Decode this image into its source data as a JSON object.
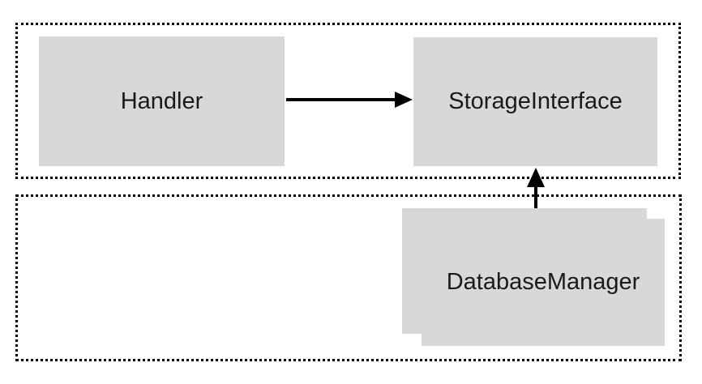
{
  "diagram": {
    "type": "component-diagram",
    "background_color": "#ffffff",
    "containers": [
      {
        "id": "top-group",
        "style": "dotted-border",
        "border_color": "#000000",
        "contains": [
          "Handler",
          "StorageInterface"
        ]
      },
      {
        "id": "bottom-group",
        "style": "dotted-border",
        "border_color": "#000000",
        "contains": [
          "DatabaseManager"
        ]
      }
    ],
    "nodes": [
      {
        "id": "handler",
        "label": "Handler",
        "shape": "rectangle",
        "fill": "#d8d8d8"
      },
      {
        "id": "storage_interface",
        "label": "StorageInterface",
        "shape": "rectangle",
        "fill": "#d8d8d8"
      },
      {
        "id": "database_manager",
        "label": "DatabaseManager",
        "shape": "stacked-rectangle",
        "fill": "#d8d8d8"
      }
    ],
    "edges": [
      {
        "from": "Handler",
        "to": "StorageInterface",
        "style": "solid-arrow",
        "direction": "right",
        "color": "#000000"
      },
      {
        "from": "DatabaseManager",
        "to": "StorageInterface",
        "style": "solid-arrow",
        "direction": "up",
        "color": "#000000"
      }
    ]
  }
}
